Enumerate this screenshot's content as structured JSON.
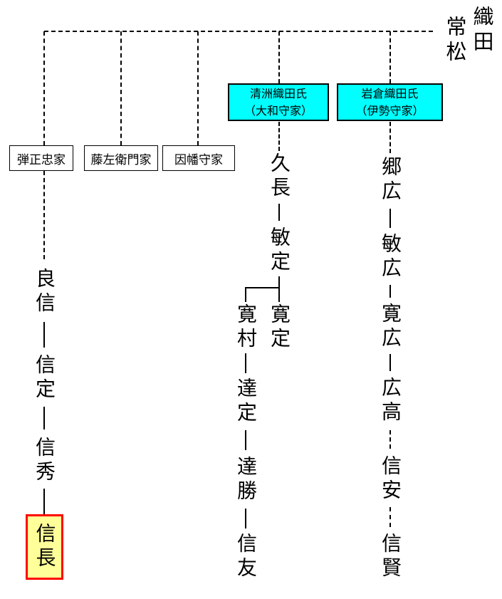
{
  "header": {
    "clan_name": "織田",
    "ancestor_name": "常松"
  },
  "houses": {
    "danjo_chu": "弾正忠家",
    "tozaemon": "藤左衛門家",
    "inaba": "因幡守家",
    "kiyosu": {
      "name": "清洲織田氏",
      "subtitle": "（大和守家）"
    },
    "iwakura": {
      "name": "岩倉織田氏",
      "subtitle": "（伊勢守家）"
    }
  },
  "people": {
    "danjo_line": [
      "良信",
      "信定",
      "信秀"
    ],
    "nobunaga": "信長",
    "kiyosu_line": [
      "久長",
      "敏定"
    ],
    "kiyosu_elder_son": "寛定",
    "kiyosu_cadet_line": [
      "寛村",
      "達定",
      "達勝",
      "信友"
    ],
    "iwakura_line": [
      "郷広",
      "敏広",
      "寛広",
      "広高",
      "信安",
      "信賢"
    ]
  },
  "colors": {
    "house_box_bg": "#00FFFF",
    "highlight_bg": "#FFFF99",
    "highlight_border": "#FF0000",
    "line_color": "#000000"
  }
}
